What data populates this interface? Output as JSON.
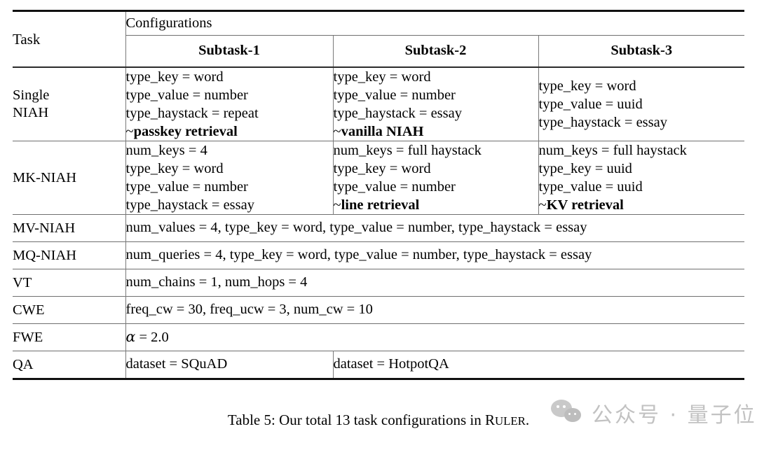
{
  "table": {
    "header": {
      "task_label": "Task",
      "configurations_label": "Configurations",
      "subtask_1": "Subtask-1",
      "subtask_2": "Subtask-2",
      "subtask_3": "Subtask-3"
    },
    "rows": [
      {
        "task": "Single NIAH",
        "task_line_1": "Single",
        "task_line_2": "NIAH",
        "layout": "three-col",
        "subtask_1": {
          "lines": [
            "type_key = word",
            "type_value = number",
            "type_haystack = repeat"
          ],
          "alias": "passkey retrieval",
          "alias_prefix": "~"
        },
        "subtask_2": {
          "lines": [
            "type_key = word",
            "type_value = number",
            "type_haystack = essay"
          ],
          "alias": "vanilla NIAH",
          "alias_prefix": "~"
        },
        "subtask_3": {
          "lines": [
            "type_key = word",
            "type_value = uuid",
            "type_haystack = essay"
          ],
          "alias": "",
          "alias_prefix": ""
        }
      },
      {
        "task": "MK-NIAH",
        "task_line_1": "MK-NIAH",
        "task_line_2": "",
        "layout": "three-col",
        "subtask_1": {
          "lines": [
            "num_keys = 4",
            "type_key = word",
            "type_value = number",
            "type_haystack = essay"
          ],
          "alias": "",
          "alias_prefix": ""
        },
        "subtask_2": {
          "lines": [
            "num_keys = full haystack",
            "type_key = word",
            "type_value = number"
          ],
          "alias": "line retrieval",
          "alias_prefix": "~"
        },
        "subtask_3": {
          "lines": [
            "num_keys = full haystack",
            "type_key = uuid",
            "type_value = uuid"
          ],
          "alias": "KV retrieval",
          "alias_prefix": "~"
        }
      },
      {
        "task": "MV-NIAH",
        "layout": "full-span",
        "content": "num_values = 4, type_key = word, type_value = number, type_haystack = essay"
      },
      {
        "task": "MQ-NIAH",
        "layout": "full-span",
        "content": "num_queries = 4, type_key = word, type_value = number, type_haystack = essay"
      },
      {
        "task": "VT",
        "layout": "full-span",
        "content": "num_chains = 1, num_hops = 4"
      },
      {
        "task": "CWE",
        "layout": "full-span",
        "content": "freq_cw = 30, freq_ucw = 3, num_cw = 10"
      },
      {
        "task": "FWE",
        "layout": "full-span-alpha",
        "content": "= 2.0",
        "symbol": "α"
      },
      {
        "task": "QA",
        "layout": "two-col",
        "subtask_1": "dataset = SQuAD",
        "subtask_2": "dataset = HotpotQA"
      }
    ]
  },
  "caption": {
    "prefix": "Table 5: Our total 13 task configurations in ",
    "ruler_first": "R",
    "ruler_rest": "ULER",
    "suffix": "."
  },
  "watermark": {
    "text": "公众号 · 量子位",
    "logo": "wechat-logo",
    "color": "#c2c2c2"
  },
  "colors": {
    "rule_heavy": "#111111",
    "rule_thin": "#6f6f6f",
    "text": "#000000",
    "background": "#ffffff"
  }
}
